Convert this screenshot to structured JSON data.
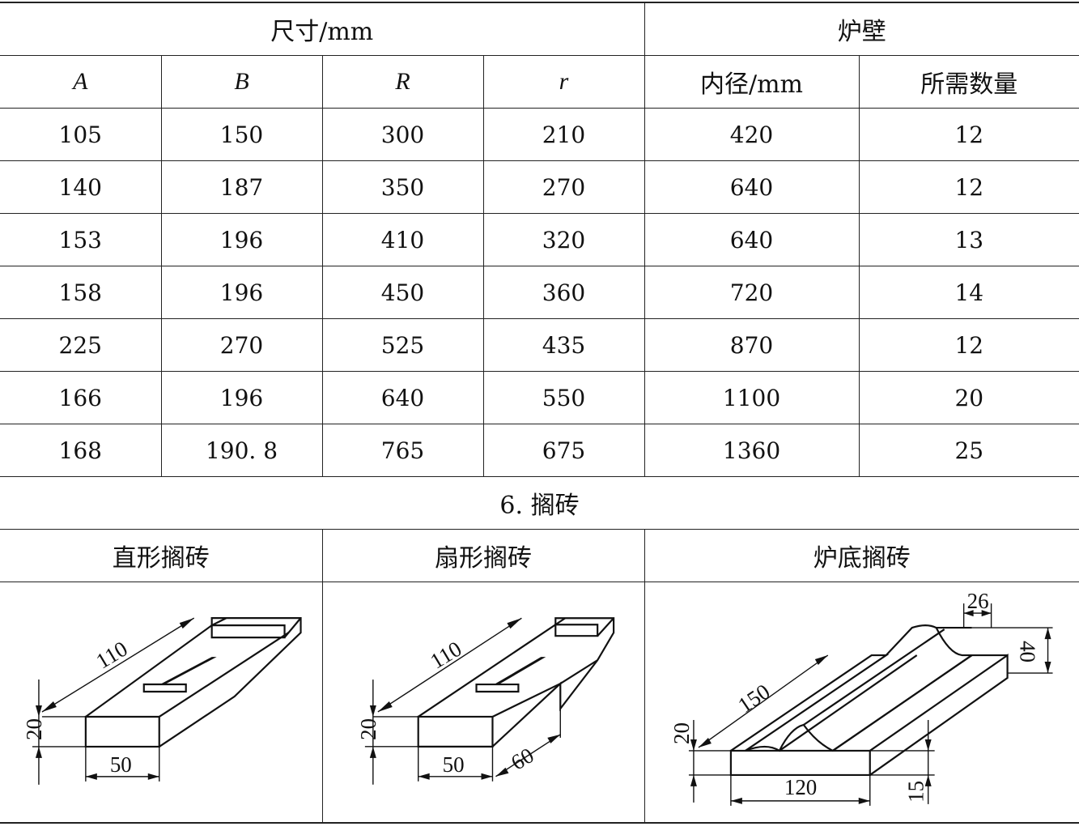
{
  "table": {
    "group_headers": {
      "dimensions": "尺寸/mm",
      "furnace_wall": "炉壁"
    },
    "column_headers": [
      "A",
      "B",
      "R",
      "r",
      "内径/mm",
      "所需数量"
    ],
    "rows": [
      [
        "105",
        "150",
        "300",
        "210",
        "420",
        "12"
      ],
      [
        "140",
        "187",
        "350",
        "270",
        "640",
        "12"
      ],
      [
        "153",
        "196",
        "410",
        "320",
        "640",
        "13"
      ],
      [
        "158",
        "196",
        "450",
        "360",
        "720",
        "14"
      ],
      [
        "225",
        "270",
        "525",
        "435",
        "870",
        "12"
      ],
      [
        "166",
        "196",
        "640",
        "550",
        "1100",
        "20"
      ],
      [
        "168",
        "190. 8",
        "765",
        "675",
        "1360",
        "25"
      ]
    ]
  },
  "section": {
    "title": "6.  搁砖",
    "items": [
      {
        "label": "直形搁砖",
        "dims": [
          "110",
          "20",
          "50"
        ]
      },
      {
        "label": "扇形搁砖",
        "dims": [
          "110",
          "20",
          "50",
          "60"
        ]
      },
      {
        "label": "炉底搁砖",
        "dims": [
          "26",
          "40",
          "150",
          "20",
          "120",
          "15"
        ]
      }
    ]
  }
}
